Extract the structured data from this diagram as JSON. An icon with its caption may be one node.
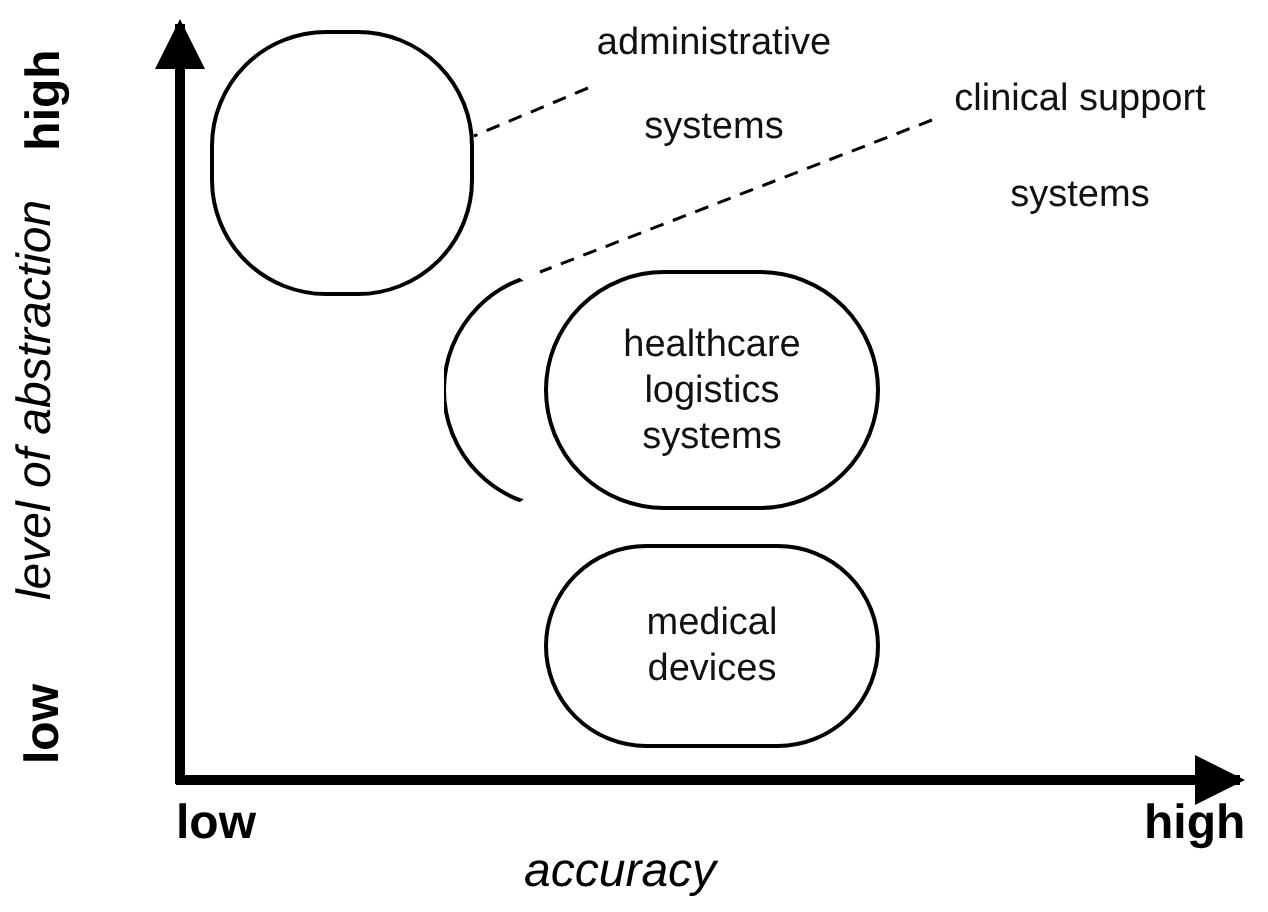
{
  "diagram": {
    "nodes": [
      {
        "text": [],
        "shape": "box"
      },
      {
        "text": [
          "administrative systems"
        ]
      },
      {
        "text": [
          "clinical support systems"
        ]
      },
      {
        "text": [],
        "shape": "box"
      },
      {
        "text": [
          "healthcare logistics systems"
        ]
      },
      {
        "text": [
          "medical devices"
        ]
      }
    ],
    "edges": [
      {
        "from": 1,
        "to": 0,
        "arrow": "none",
        "style": "dashed"
      },
      {
        "from": 2,
        "to": 3,
        "arrow": "none",
        "style": "dashed"
      }
    ],
    "labels": [
      "high",
      "level of abstraction",
      "low",
      "low",
      "high",
      "accuracy"
    ]
  }
}
